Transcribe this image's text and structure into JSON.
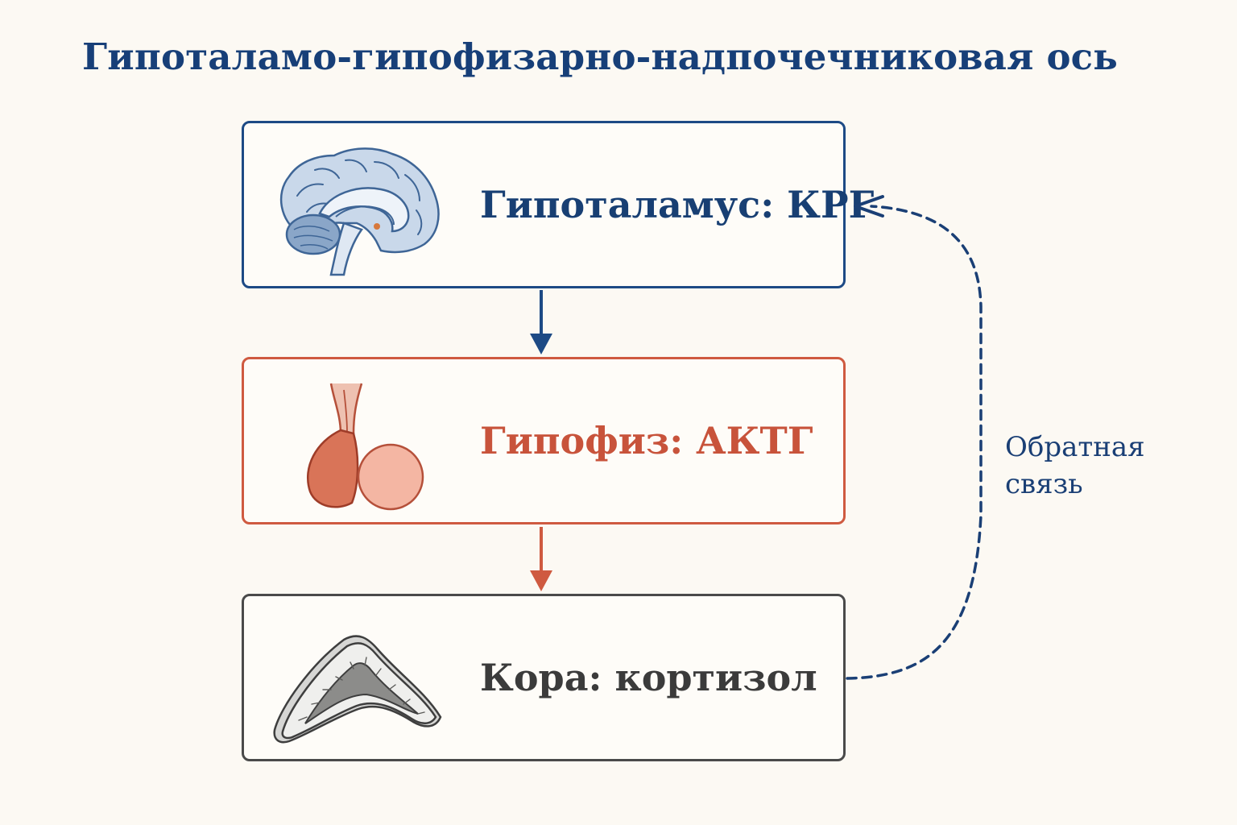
{
  "title": "Гипоталамо-гипофизарно-надпочечниковая ось",
  "nodes": [
    {
      "label": "Гипоталамус: КРГ",
      "icon": "brain-icon",
      "color": "#1d4a85"
    },
    {
      "label": "Гипофиз: АКТГ",
      "icon": "pituitary-gland-icon",
      "color": "#cf5a40"
    },
    {
      "label": "Кора: кортизол",
      "icon": "adrenal-cortex-icon",
      "color": "#4a4a4a"
    }
  ],
  "feedback": {
    "label": "Обратная\nсвязь",
    "color": "#1a3f75"
  }
}
